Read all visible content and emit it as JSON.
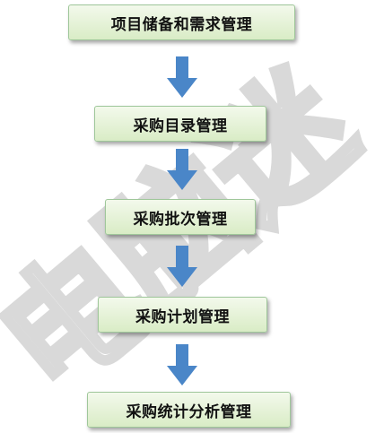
{
  "flow": {
    "steps": [
      {
        "label": "项目储备和需求管理"
      },
      {
        "label": "采购目录管理"
      },
      {
        "label": "采购批次管理"
      },
      {
        "label": "采购计划管理"
      },
      {
        "label": "采购统计分析管理"
      }
    ]
  },
  "watermark": {
    "text": "电脑迷"
  },
  "colors": {
    "box_fill_top": "#f3f9ec",
    "box_fill_bottom": "#d9ecc6",
    "box_border": "#9fc79a",
    "arrow": "#4a86c8",
    "watermark": "#d9d9d9"
  }
}
